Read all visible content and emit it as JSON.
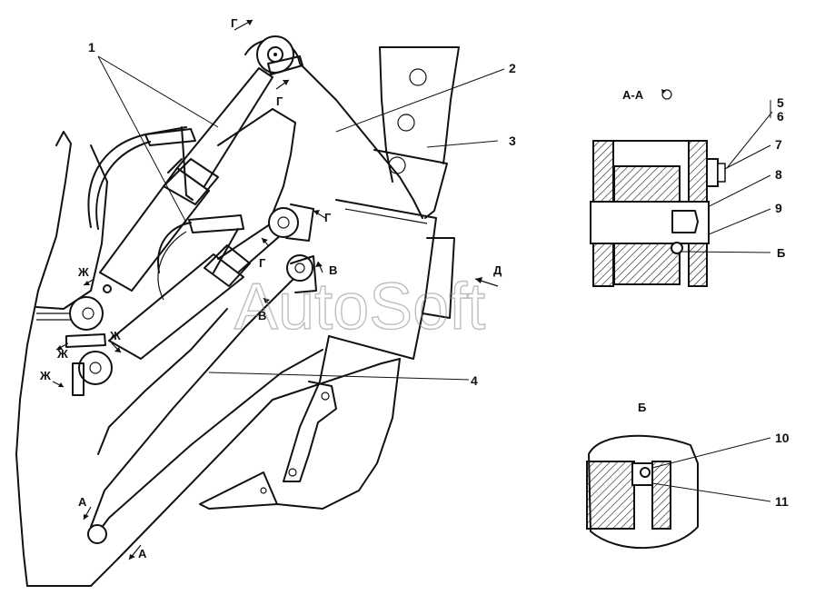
{
  "callouts": {
    "c1": "1",
    "c2": "2",
    "c3": "3",
    "c4": "4",
    "c5": "5",
    "c6": "6",
    "c7": "7",
    "c8": "8",
    "c9": "9",
    "c10": "10",
    "c11": "11"
  },
  "view_labels": {
    "g_top": "Г",
    "g_top2": "Г",
    "g_mid": "Г",
    "v_right": "В",
    "v_left": "В",
    "d": "Д",
    "zh1": "Ж",
    "zh2": "Ж",
    "zh3": "Ж",
    "zh4": "Ж",
    "a_up": "А",
    "a_down": "А",
    "b_label": "Б",
    "section_aa": "А-А",
    "detail_b_title": "Б"
  },
  "watermark": "AutoSoft"
}
